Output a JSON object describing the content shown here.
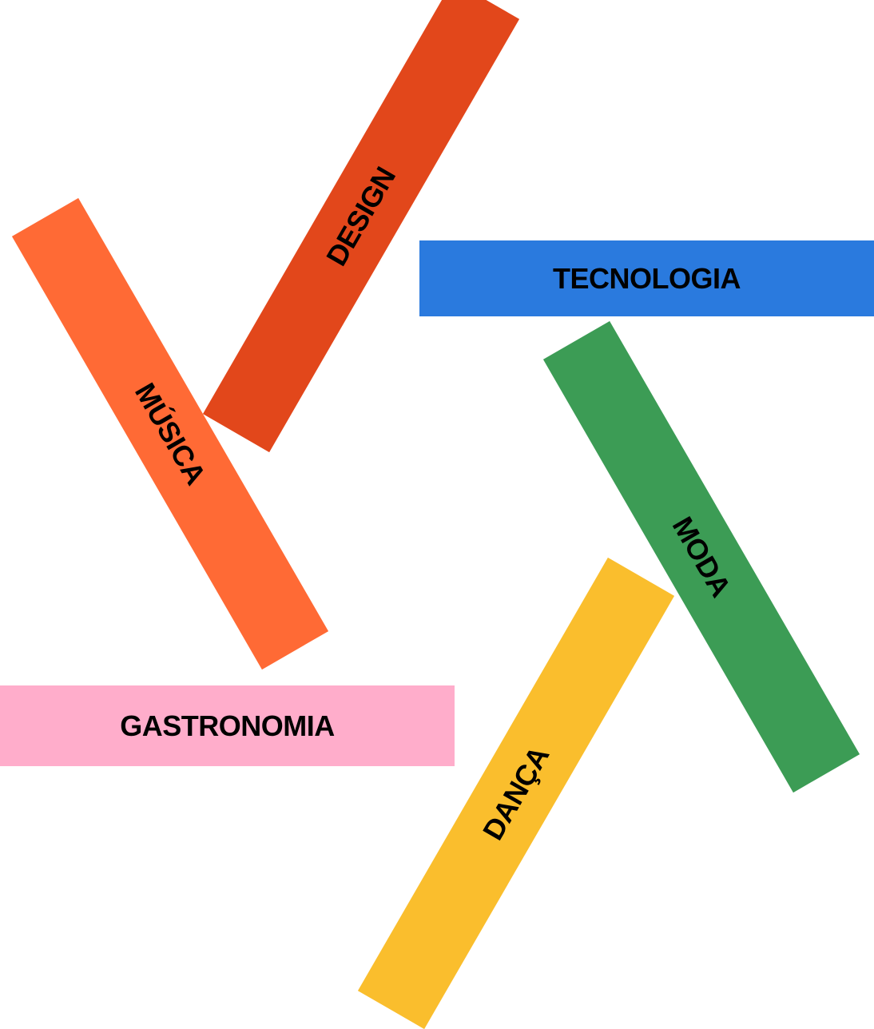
{
  "bars": {
    "design": {
      "label": "DESIGN",
      "color": "#E2471B"
    },
    "tecnologia": {
      "label": "TECNOLOGIA",
      "color": "#2A7ADE"
    },
    "musica": {
      "label": "MÚSICA",
      "color": "#FF6A35"
    },
    "moda": {
      "label": "MODA",
      "color": "#3C9C55"
    },
    "gastronomia": {
      "label": "GASTRONOMIA",
      "color": "#FFADCB"
    },
    "danca": {
      "label": "DANÇA",
      "color": "#FABE2D"
    }
  }
}
